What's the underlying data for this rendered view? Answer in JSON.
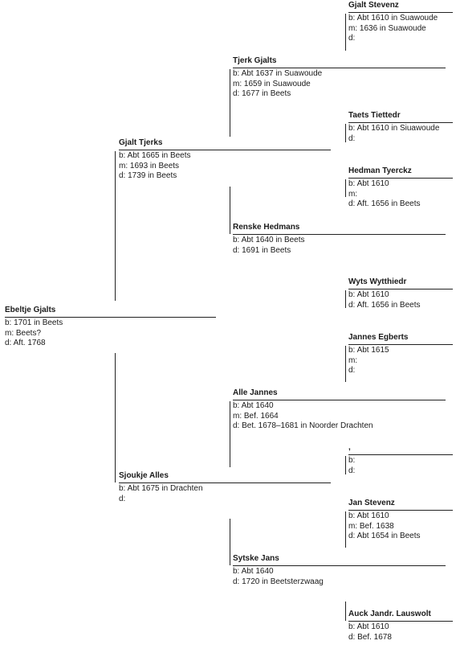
{
  "people": [
    {
      "id": "p1",
      "name": "Ebeltje Gjalts",
      "lines": [
        "b: 1701 in Beets",
        "m: Beets?",
        "d: Aft. 1768"
      ]
    },
    {
      "id": "p2",
      "name": "Gjalt Tjerks",
      "lines": [
        "b: Abt 1665 in Beets",
        "m: 1693 in Beets",
        "d: 1739 in Beets"
      ]
    },
    {
      "id": "p3",
      "name": "Sjoukje Alles",
      "lines": [
        "b: Abt 1675 in Drachten",
        "d:"
      ]
    },
    {
      "id": "p4",
      "name": "Tjerk Gjalts",
      "lines": [
        "b: Abt 1637 in Suawoude",
        "m: 1659 in Suawoude",
        "d: 1677 in Beets"
      ]
    },
    {
      "id": "p5",
      "name": "Renske Hedmans",
      "lines": [
        "b: Abt 1640 in Beets",
        "d: 1691 in Beets"
      ]
    },
    {
      "id": "p6",
      "name": "Alle Jannes",
      "lines": [
        "b: Abt 1640",
        "m: Bef. 1664",
        "d: Bet. 1678–1681 in Noorder Drachten"
      ]
    },
    {
      "id": "p7",
      "name": "Sytske Jans",
      "lines": [
        "b: Abt 1640",
        "d: 1720 in Beetsterzwaag"
      ]
    },
    {
      "id": "p8",
      "name": "Gjalt Stevenz",
      "lines": [
        "b: Abt 1610 in Suawoude",
        "m: 1636 in Suawoude",
        "d:"
      ]
    },
    {
      "id": "p9",
      "name": "Taets Tiettedr",
      "lines": [
        "b: Abt 1610 in Siuawoude",
        "d:"
      ]
    },
    {
      "id": "p10",
      "name": "Hedman Tyerckz",
      "lines": [
        "b: Abt 1610",
        "m:",
        "d: Aft. 1656 in Beets"
      ]
    },
    {
      "id": "p11",
      "name": "Wyts Wytthiedr",
      "lines": [
        "b: Abt 1610",
        "d: Aft. 1656 in Beets"
      ]
    },
    {
      "id": "p12",
      "name": "Jannes Egberts",
      "lines": [
        "b: Abt 1615",
        "m:",
        "d:"
      ]
    },
    {
      "id": "p13",
      "name": ",",
      "lines": [
        "b:",
        "d:"
      ]
    },
    {
      "id": "p14",
      "name": "Jan Stevenz",
      "lines": [
        "b: Abt 1610",
        "m: Bef. 1638",
        "d: Abt 1654 in Beets"
      ]
    },
    {
      "id": "p15",
      "name": "Auck Jandr. Lauswolt",
      "lines": [
        "b: Abt 1610",
        "d: Bef. 1678"
      ]
    }
  ]
}
